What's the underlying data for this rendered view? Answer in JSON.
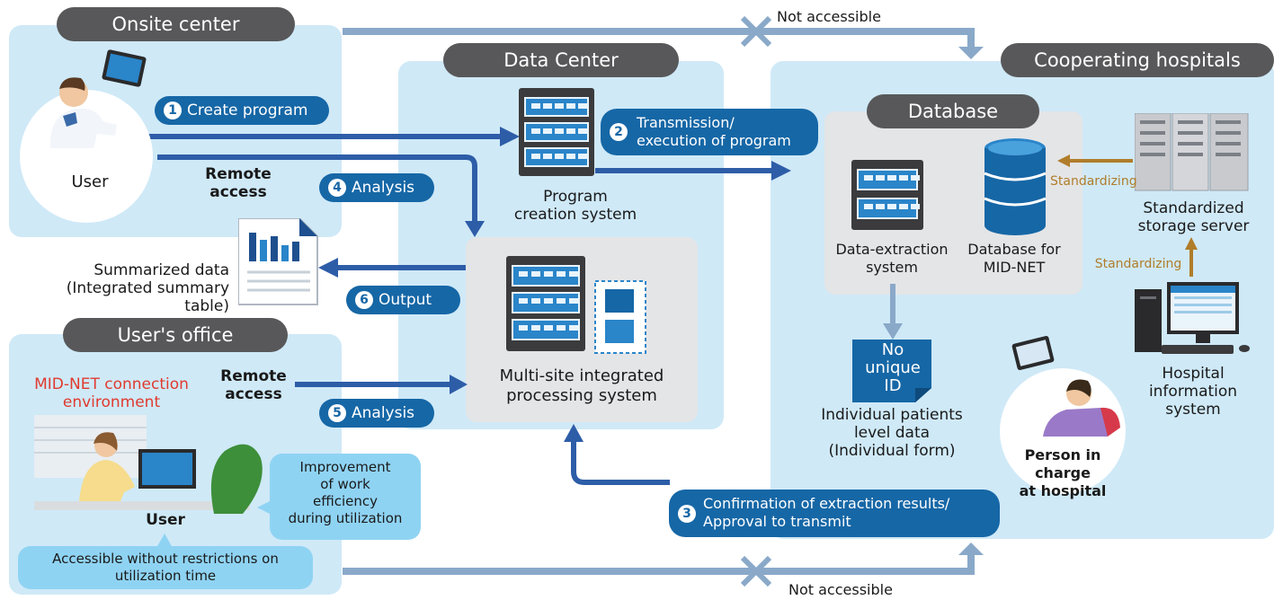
{
  "headers": {
    "onsite": "Onsite center",
    "datacenter": "Data Center",
    "hospitals": "Cooperating hospitals",
    "database": "Database",
    "office": "User's office"
  },
  "labels": {
    "user_onsite": "User",
    "remote_access_1a": "Remote",
    "remote_access_1b": "access",
    "remote_access_2a": "Remote",
    "remote_access_2b": "access",
    "program_system_1": "Program",
    "program_system_2": "creation system",
    "multisite_1": "Multi-site integrated",
    "multisite_2": "processing system",
    "summarized_1": "Summarized data",
    "summarized_2": "(Integrated summary table)",
    "data_extraction_1": "Data-extraction",
    "data_extraction_2": "system",
    "db_midnet_1": "Database for",
    "db_midnet_2": "MID-NET",
    "storage_1": "Standardized",
    "storage_2": "storage server",
    "standardizing_1": "Standardizing",
    "standardizing_2": "Standardizing",
    "his_1": "Hospital",
    "his_2": "information",
    "his_3": "system",
    "no_id_1": "No",
    "no_id_2": "unique",
    "no_id_3": "ID",
    "patient_1": "Individual patients",
    "patient_2": "level data",
    "patient_3": "(Individual form)",
    "person_1": "Person in charge",
    "person_2": "at hospital",
    "midnet_env_1": "MID-NET connection",
    "midnet_env_2": "environment",
    "user_office": "User",
    "not_accessible_top": "Not accessible",
    "not_accessible_bottom": "Not accessible"
  },
  "steps": {
    "s1_num": "1",
    "s1": "Create program",
    "s2_num": "2",
    "s2a": "Transmission/",
    "s2b": "execution of program",
    "s3_num": "3",
    "s3a": "Confirmation of extraction results/",
    "s3b": "Approval to transmit",
    "s4_num": "4",
    "s4": "Analysis",
    "s5_num": "5",
    "s5": "Analysis",
    "s6_num": "6",
    "s6": "Output"
  },
  "callouts": {
    "efficiency_1": "Improvement",
    "efficiency_2": "of work",
    "efficiency_3": "efficiency",
    "efficiency_4": "during utilization",
    "access_1": "Accessible without restrictions on",
    "access_2": "utilization time"
  },
  "colors": {
    "panel": "#cfe9f7",
    "header": "#58585a",
    "step": "#1667a6",
    "arrow_dark": "#2e5da8",
    "arrow_light": "#8aa9c9",
    "standardizing": "#b07d2a",
    "accent_red": "#e03a2f"
  }
}
